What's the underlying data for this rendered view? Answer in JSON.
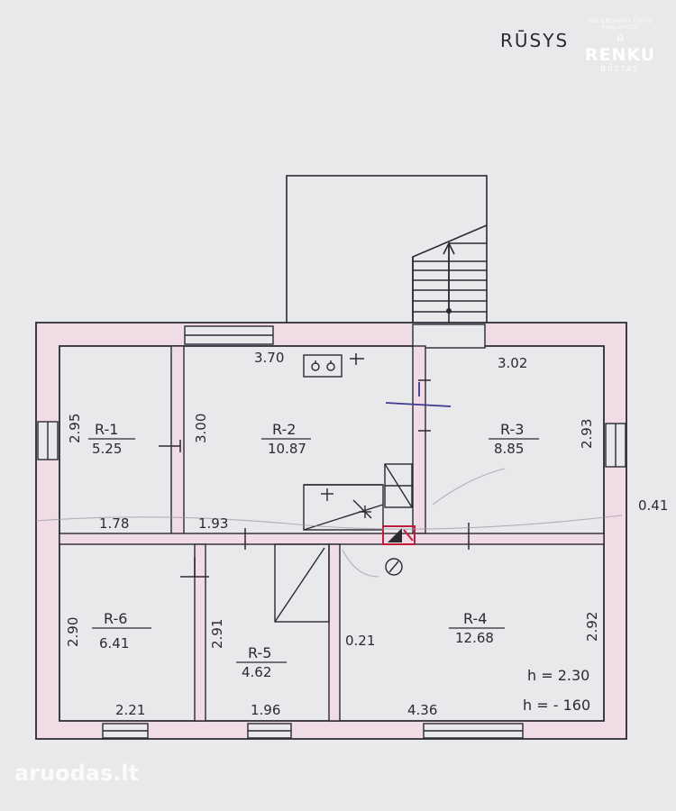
{
  "title": "RŪSYS",
  "logo": {
    "name": "RENKU",
    "sub": "BŪSTAS",
    "ring_text": "NEKILNOJAMO TURTO PASLAUGOS"
  },
  "watermark": "aruodas.lt",
  "rooms": [
    {
      "id": "R-1",
      "area": "5.25"
    },
    {
      "id": "R-2",
      "area": "10.87"
    },
    {
      "id": "R-3",
      "area": "8.85"
    },
    {
      "id": "R-4",
      "area": "12.68"
    },
    {
      "id": "R-5",
      "area": "4.62"
    },
    {
      "id": "R-6",
      "area": "6.41"
    }
  ],
  "dimensions": {
    "r2_width": "3.70",
    "r3_width": "3.02",
    "r1_height": "2.95",
    "r2_height": "3.00",
    "r3_height": "2.93",
    "r1_width": "1.78",
    "r2_lower_width": "1.93",
    "r6_height": "2.90",
    "r5_height": "2.91",
    "r6_width": "2.21",
    "r5_width": "1.96",
    "r4_width": "4.36",
    "r4_height": "2.92",
    "r4_inner": "0.21",
    "side_note": "0.41"
  },
  "heights": {
    "h1": "h = 2.30",
    "h2": "h = - 160"
  },
  "colors": {
    "wall_fill": "#efdce4",
    "line": "#2a2a33",
    "stamp": "#c21c3a",
    "pen_blue": "#3d3a8f"
  }
}
